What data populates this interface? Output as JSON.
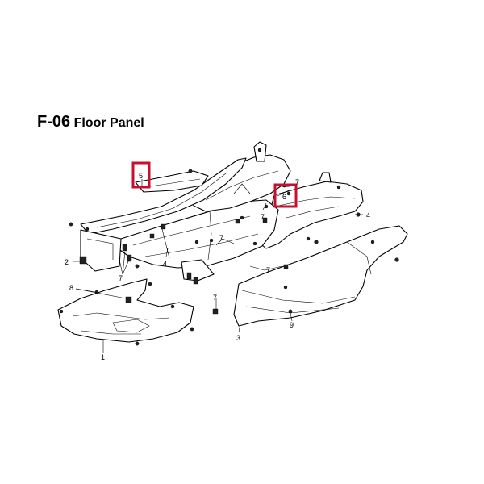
{
  "title": {
    "code": "F-06",
    "name": "Floor Panel"
  },
  "highlight_color": "#c8102e",
  "callouts": [
    {
      "id": "c1",
      "text": "1"
    },
    {
      "id": "c2",
      "text": "2"
    },
    {
      "id": "c3",
      "text": "3"
    },
    {
      "id": "c4a",
      "text": "4"
    },
    {
      "id": "c4b",
      "text": "4"
    },
    {
      "id": "c5",
      "text": "5"
    },
    {
      "id": "c6",
      "text": "6"
    },
    {
      "id": "c7a",
      "text": "7"
    },
    {
      "id": "c7b",
      "text": "7"
    },
    {
      "id": "c7c",
      "text": "7"
    },
    {
      "id": "c7d",
      "text": "7"
    },
    {
      "id": "c7e",
      "text": "7"
    },
    {
      "id": "c7f",
      "text": "7"
    },
    {
      "id": "c8",
      "text": "8"
    },
    {
      "id": "c9",
      "text": "9"
    }
  ]
}
